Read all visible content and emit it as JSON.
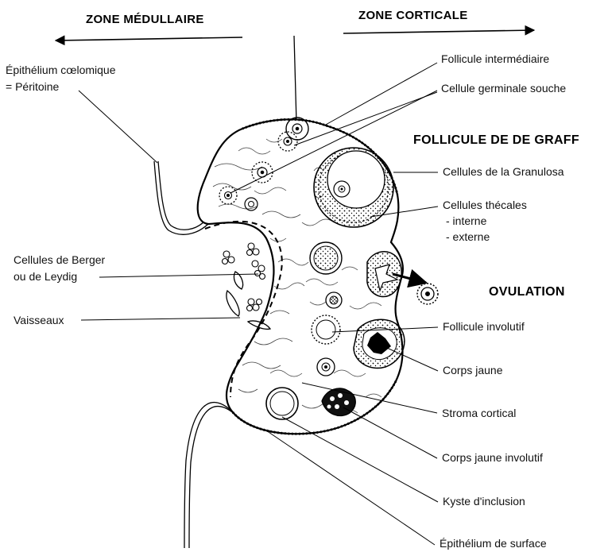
{
  "headings": {
    "zone_medullaire": "ZONE MÉDULLAIRE",
    "zone_corticale": "ZONE CORTICALE",
    "follicule_de_graff": "FOLLICULE DE DE GRAFF",
    "ovulation": "OVULATION"
  },
  "labels": {
    "epithelium_coelomique_1": "Épithélium cœlomique",
    "epithelium_coelomique_2": "= Péritoine",
    "follicule_intermediaire": "Follicule intermédiaire",
    "cellule_germinale": "Cellule germinale souche",
    "cellules_granulosa": "Cellules de la Granulosa",
    "cellules_thecales": "Cellules thécales",
    "thecales_interne": "- interne",
    "thecales_externe": "- externe",
    "cellules_berger_1": "Cellules de Berger",
    "cellules_berger_2": "ou de Leydig",
    "vaisseaux": "Vaisseaux",
    "follicule_involutif": "Follicule involutif",
    "corps_jaune": "Corps jaune",
    "stroma_cortical": "Stroma cortical",
    "corps_jaune_involutif": "Corps jaune involutif",
    "kyste_inclusion": "Kyste d'inclusion",
    "epithelium_surface": "Épithélium de surface"
  }
}
